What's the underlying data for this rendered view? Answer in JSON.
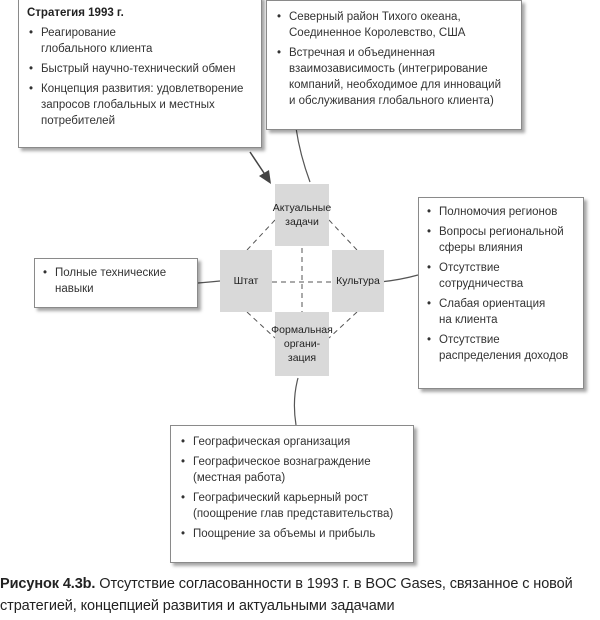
{
  "strategy_box": {
    "title": "Стратегия 1993 г.",
    "items": [
      "Реагирование\nглобального клиента",
      "Быстрый научно-технический обмен",
      "Концепция развития: удовлетворение\nзапросов глобальных и местных\nпотребителей"
    ]
  },
  "top_box": {
    "items": [
      "Северный район Тихого океана,\nСоединенное Королевство, США",
      "Встречная и объединенная\nвзаимозависимость (интегрирование\nкомпаний, необходимое для инноваций\nи обслуживания глобального клиента)"
    ]
  },
  "left_box": {
    "items": [
      "Полные технические\nнавыки"
    ]
  },
  "right_box": {
    "items": [
      "Полномочия регионов",
      "Вопросы региональной\nсферы влияния",
      "Отсутствие\nсотрудничества",
      "Слабая ориентация\nна клиента",
      "Отсутствие\nраспределения доходов"
    ]
  },
  "bottom_box": {
    "items": [
      "Географическая организация",
      "Географическое вознаграждение\n(местная работа)",
      "Географический карьерный рост\n(поощрение глав представительства)",
      "Поощрение за объемы и прибыль"
    ]
  },
  "nodes": {
    "tasks": "Актуальные\nзадачи",
    "staff": "Штат",
    "culture": "Культура",
    "formal_org": "Формальная\nоргани-\nзация"
  },
  "caption": {
    "label": "Рисунок 4.3b.",
    "text": " Отсутствие согласованности в 1993 г. в BOC Gases, связанное с новой стратегией, концепцией развития и актуальными задачами"
  },
  "colors": {
    "node_fill": "#d9d9d9",
    "border": "#8a8a8a",
    "line": "#555555"
  }
}
